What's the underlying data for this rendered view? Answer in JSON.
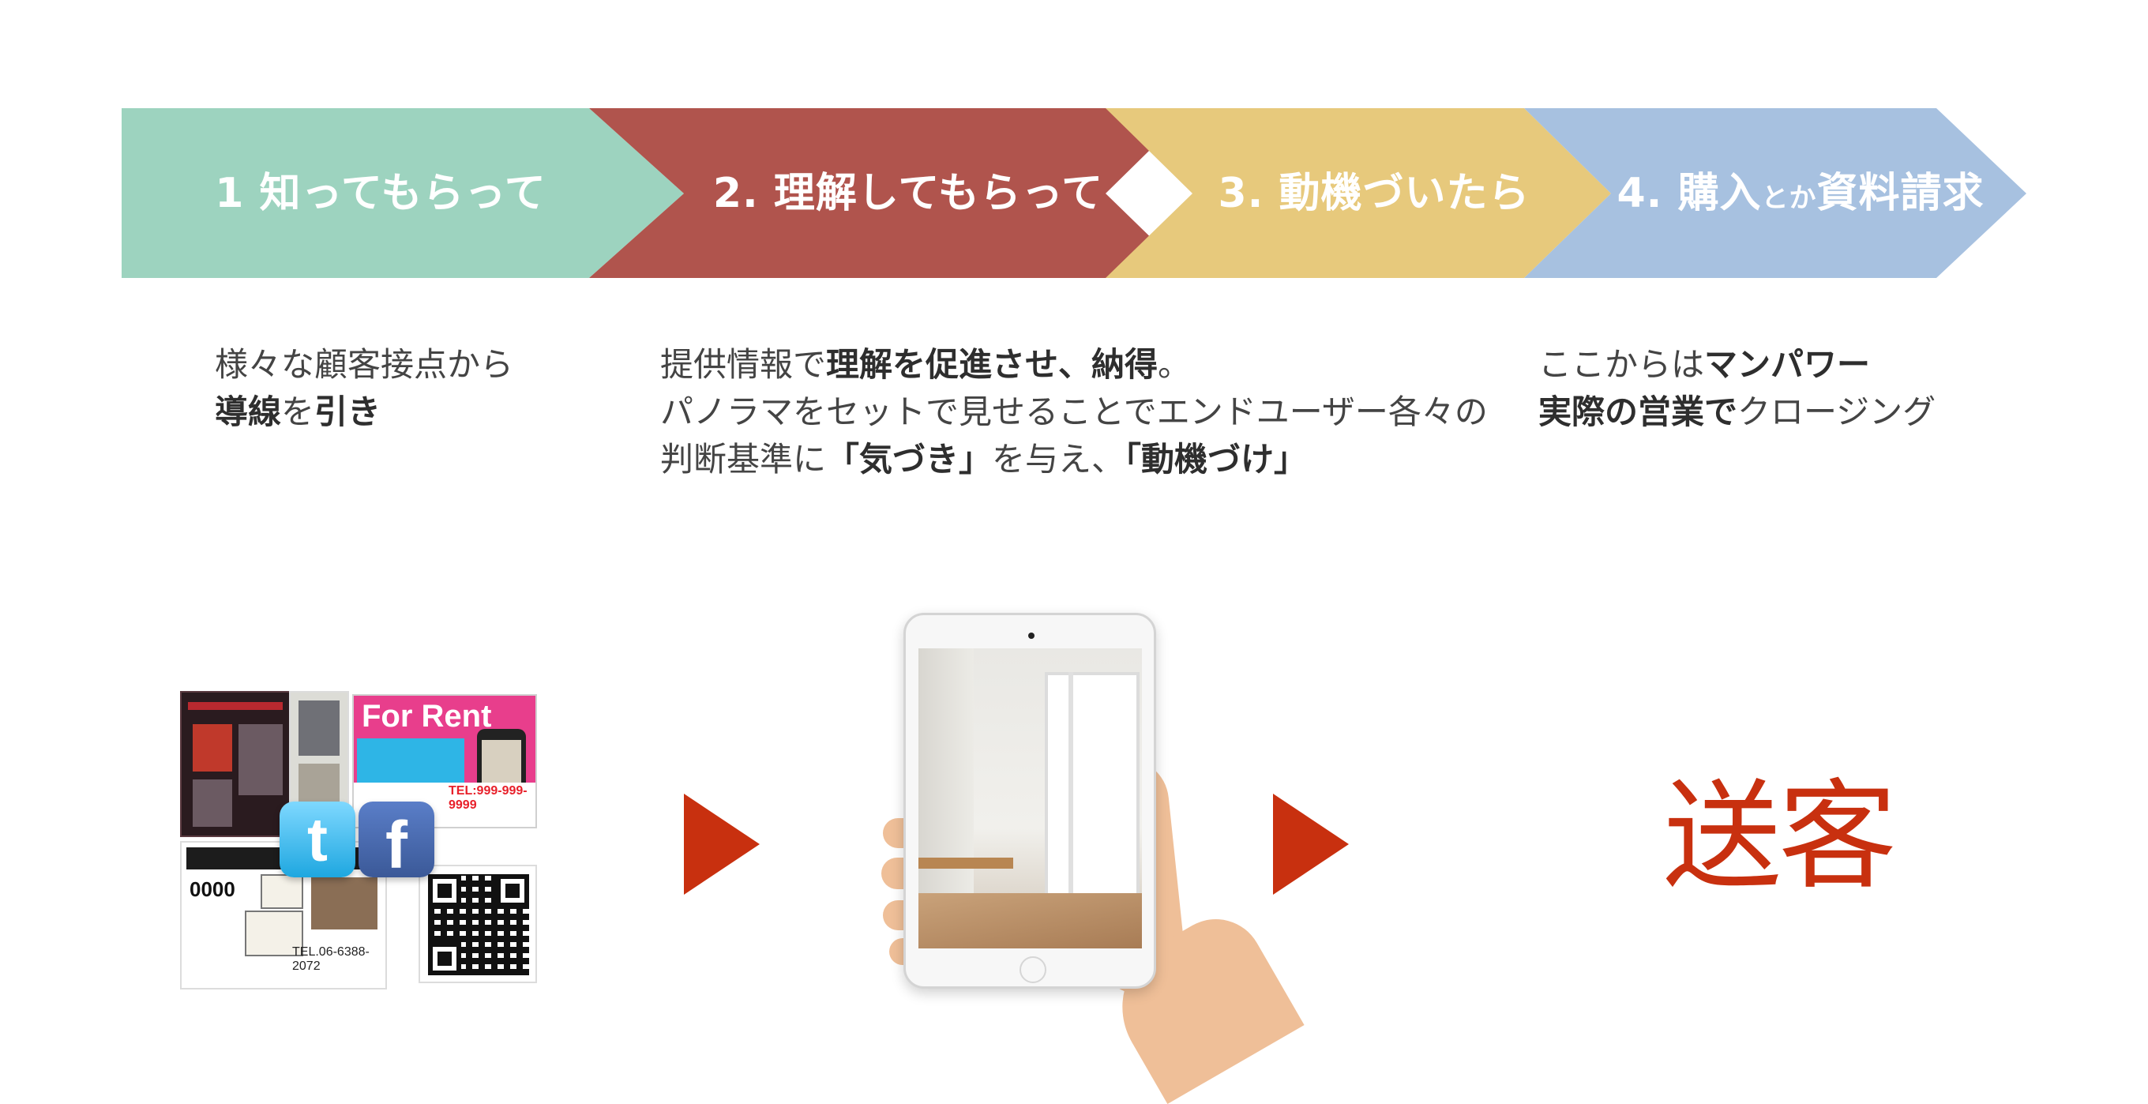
{
  "colors": {
    "step1": "#9dd3bf",
    "step2": "#b0544d",
    "step3": "#e7c97c",
    "step4": "#a7c1e0",
    "accent": "#c8300f"
  },
  "steps": [
    {
      "label": "1 知ってもらって"
    },
    {
      "label": "2. 理解してもらって"
    },
    {
      "label": "3. 動機づいたら"
    },
    {
      "label_main": "4. 購入",
      "label_small": "とか",
      "label_tail": "資料請求"
    }
  ],
  "descriptions": {
    "col1": {
      "line1": "様々な顧客接点から",
      "line2_bold": "導線",
      "line2_rest": "を",
      "line2_bold2": "引き"
    },
    "col2": {
      "line1_plain": "提供情報で",
      "line1_bold": "理解を促進させ、納得",
      "line1_end": "。",
      "line2": "パノラマをセットで見せることでエンドユーザー各々の",
      "line3_plain1": "判断基準に",
      "line3_bold1": "「気づき」",
      "line3_plain2": "を与え、",
      "line3_bold2": "「動機づけ」"
    },
    "col3": {
      "line1_plain": "ここからは",
      "line1_bold": "マンパワー",
      "line2_bold": "実際の営業で",
      "line2_plain": "クロージング"
    }
  },
  "collage": {
    "for_rent_title": "For Rent",
    "for_rent_tel": "TEL:999-999-9999",
    "plan_price": "0000",
    "plan_tel": "TEL.06-6388-2072",
    "twitter_glyph": "t",
    "facebook_glyph": "f"
  },
  "result_label": "送客"
}
